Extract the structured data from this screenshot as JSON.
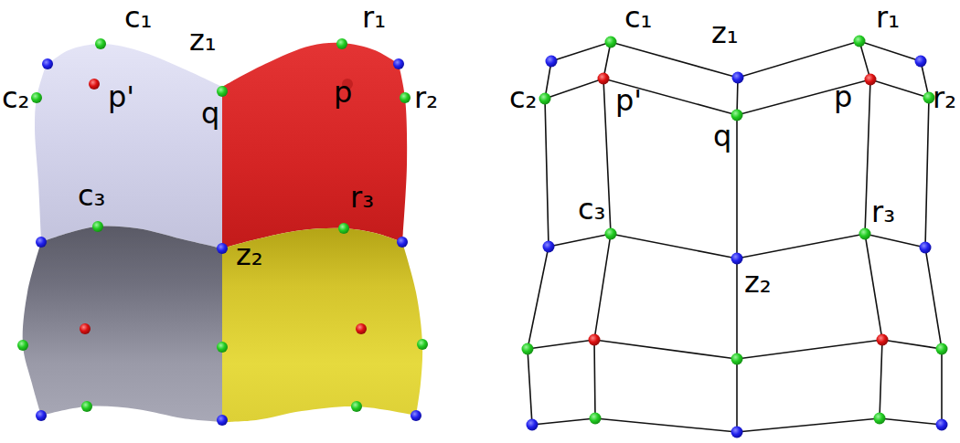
{
  "diagram": {
    "labels": [
      "c₁",
      "z₁",
      "r₁",
      "c₂",
      "p'",
      "p",
      "r₂",
      "q",
      "c₃",
      "r₃",
      "z₂",
      "c₁",
      "z₁",
      "r₁",
      "c₂",
      "p'",
      "q",
      "p",
      "r₂",
      "c₃",
      "r₃",
      "z₂"
    ]
  }
}
